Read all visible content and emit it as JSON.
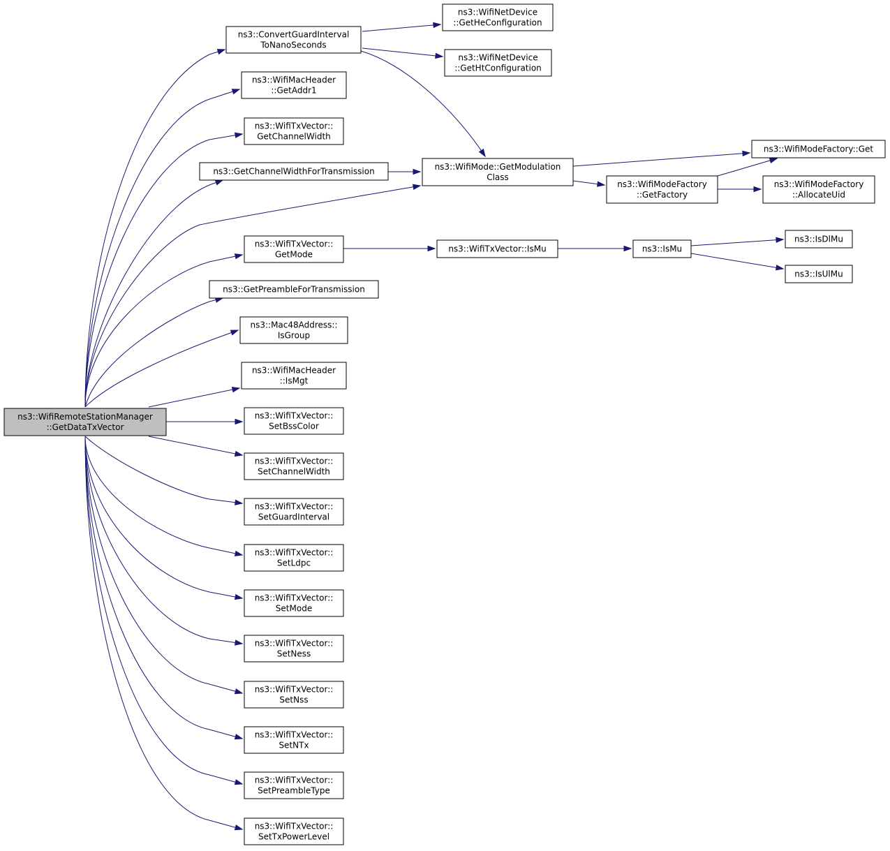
{
  "graph": {
    "nodes": [
      {
        "id": "n0",
        "lines": [
          "ns3::WifiRemoteStationManager",
          "::GetDataTxVector"
        ],
        "root": true
      },
      {
        "id": "n1",
        "lines": [
          "ns3::ConvertGuardInterval",
          "ToNanoSeconds"
        ]
      },
      {
        "id": "n2",
        "lines": [
          "ns3::WifiMacHeader",
          "::GetAddr1"
        ]
      },
      {
        "id": "n3",
        "lines": [
          "ns3::WifiTxVector::",
          "GetChannelWidth"
        ]
      },
      {
        "id": "n4",
        "lines": [
          "ns3::GetChannelWidthForTransmission"
        ]
      },
      {
        "id": "n5",
        "lines": [
          "ns3::WifiTxVector::",
          "GetMode"
        ]
      },
      {
        "id": "n6",
        "lines": [
          "ns3::GetPreambleForTransmission"
        ]
      },
      {
        "id": "n7",
        "lines": [
          "ns3::Mac48Address::",
          "IsGroup"
        ]
      },
      {
        "id": "n8",
        "lines": [
          "ns3::WifiMacHeader",
          "::IsMgt"
        ]
      },
      {
        "id": "n9",
        "lines": [
          "ns3::WifiTxVector::",
          "SetBssColor"
        ]
      },
      {
        "id": "n10",
        "lines": [
          "ns3::WifiTxVector::",
          "SetChannelWidth"
        ]
      },
      {
        "id": "n11",
        "lines": [
          "ns3::WifiTxVector::",
          "SetGuardInterval"
        ]
      },
      {
        "id": "n12",
        "lines": [
          "ns3::WifiTxVector::",
          "SetLdpc"
        ]
      },
      {
        "id": "n13",
        "lines": [
          "ns3::WifiTxVector::",
          "SetMode"
        ]
      },
      {
        "id": "n14",
        "lines": [
          "ns3::WifiTxVector::",
          "SetNess"
        ]
      },
      {
        "id": "n15",
        "lines": [
          "ns3::WifiTxVector::",
          "SetNss"
        ]
      },
      {
        "id": "n16",
        "lines": [
          "ns3::WifiTxVector::",
          "SetNTx"
        ]
      },
      {
        "id": "n17",
        "lines": [
          "ns3::WifiTxVector::",
          "SetPreambleType"
        ]
      },
      {
        "id": "n18",
        "lines": [
          "ns3::WifiTxVector::",
          "SetTxPowerLevel"
        ]
      },
      {
        "id": "n19",
        "lines": [
          "ns3::WifiNetDevice",
          "::GetHeConfiguration"
        ]
      },
      {
        "id": "n20",
        "lines": [
          "ns3::WifiNetDevice",
          "::GetHtConfiguration"
        ]
      },
      {
        "id": "n21",
        "lines": [
          "ns3::WifiMode::GetModulation",
          "Class"
        ]
      },
      {
        "id": "n22",
        "lines": [
          "ns3::WifiModeFactory::Get"
        ]
      },
      {
        "id": "n23",
        "lines": [
          "ns3::WifiModeFactory",
          "::GetFactory"
        ]
      },
      {
        "id": "n24",
        "lines": [
          "ns3::WifiModeFactory",
          "::AllocateUid"
        ]
      },
      {
        "id": "n25",
        "lines": [
          "ns3::WifiTxVector::IsMu"
        ]
      },
      {
        "id": "n26",
        "lines": [
          "ns3::IsMu"
        ]
      },
      {
        "id": "n27",
        "lines": [
          "ns3::IsDlMu"
        ]
      },
      {
        "id": "n28",
        "lines": [
          "ns3::IsUlMu"
        ]
      }
    ],
    "edges": [
      [
        "n0",
        "n1"
      ],
      [
        "n0",
        "n2"
      ],
      [
        "n0",
        "n3"
      ],
      [
        "n0",
        "n4"
      ],
      [
        "n0",
        "n21"
      ],
      [
        "n0",
        "n5"
      ],
      [
        "n0",
        "n6"
      ],
      [
        "n0",
        "n7"
      ],
      [
        "n0",
        "n8"
      ],
      [
        "n0",
        "n9"
      ],
      [
        "n0",
        "n10"
      ],
      [
        "n0",
        "n11"
      ],
      [
        "n0",
        "n12"
      ],
      [
        "n0",
        "n13"
      ],
      [
        "n0",
        "n14"
      ],
      [
        "n0",
        "n15"
      ],
      [
        "n0",
        "n16"
      ],
      [
        "n0",
        "n17"
      ],
      [
        "n0",
        "n18"
      ],
      [
        "n1",
        "n19"
      ],
      [
        "n1",
        "n20"
      ],
      [
        "n1",
        "n21"
      ],
      [
        "n4",
        "n21"
      ],
      [
        "n21",
        "n22"
      ],
      [
        "n21",
        "n23"
      ],
      [
        "n23",
        "n22"
      ],
      [
        "n23",
        "n24"
      ],
      [
        "n5",
        "n25"
      ],
      [
        "n25",
        "n26"
      ],
      [
        "n26",
        "n27"
      ],
      [
        "n26",
        "n28"
      ]
    ],
    "colors": {
      "edge": "#191970",
      "root_fill": "#bfbfbf",
      "node_fill": "#ffffff",
      "node_border": "#000000"
    }
  }
}
